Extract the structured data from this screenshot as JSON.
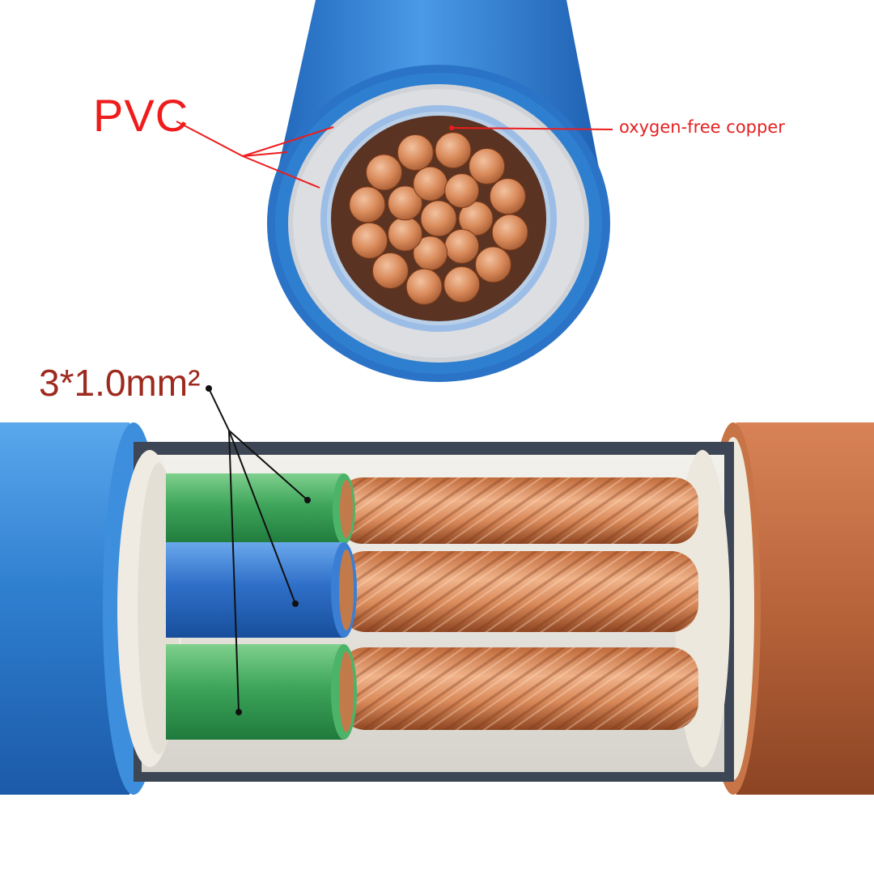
{
  "labels": {
    "pvc": "PVC",
    "copper": "oxygen-free copper",
    "size": "3*1.0mm²"
  },
  "colors": {
    "jacket_blue": "#2f7fd0",
    "jacket_brown": "#b8643a",
    "insulation_green": "#3ea55a",
    "insulation_blue": "#2f6fc8",
    "copper": "#d98a5a",
    "filler": "#e6e4df",
    "label_red": "#ee1c1c",
    "label_dark_red": "#9e2a1e"
  },
  "icons": [
    "cable-cross-section-icon",
    "cable-cutaway-icon"
  ]
}
